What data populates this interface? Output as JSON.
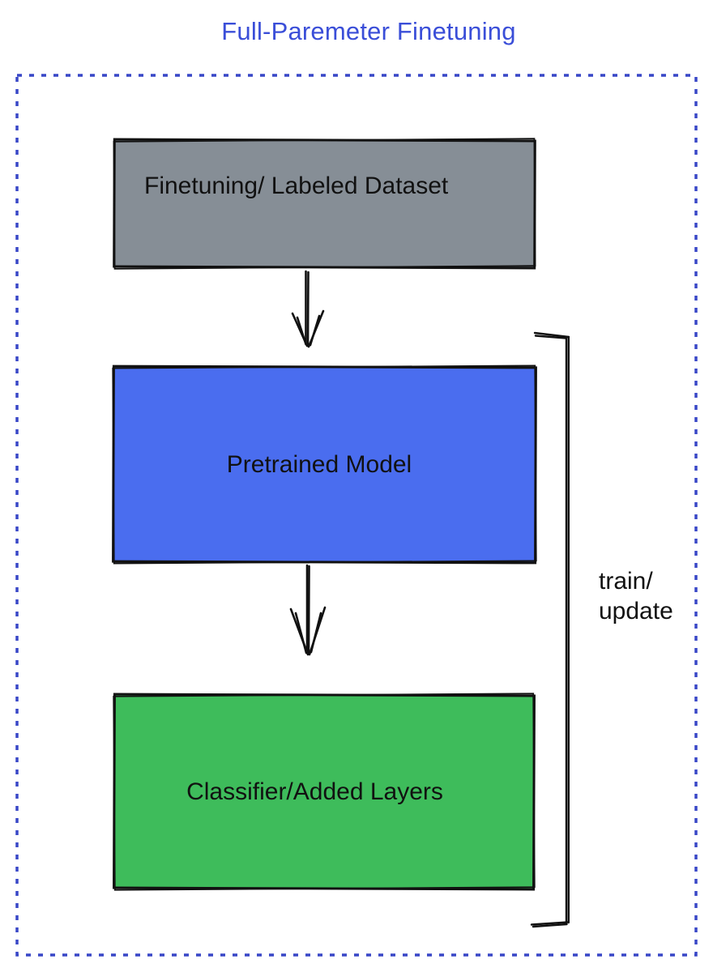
{
  "title": "Full-Paremeter Finetuning",
  "diagram": {
    "boxes": [
      {
        "id": "dataset",
        "label": "Finetuning/ Labeled Dataset",
        "fill": "#868E96"
      },
      {
        "id": "pretrained",
        "label": "Pretrained Model",
        "fill": "#4A6DEF"
      },
      {
        "id": "classifier",
        "label": "Classifier/Added Layers",
        "fill": "#3EBC5B"
      }
    ],
    "bracket_label": "train/\nupdate",
    "colors": {
      "title_text": "#3A4ED8",
      "dotted_border": "#3847C7",
      "sketch_stroke": "#111111",
      "box_label_text": "#111111"
    }
  }
}
